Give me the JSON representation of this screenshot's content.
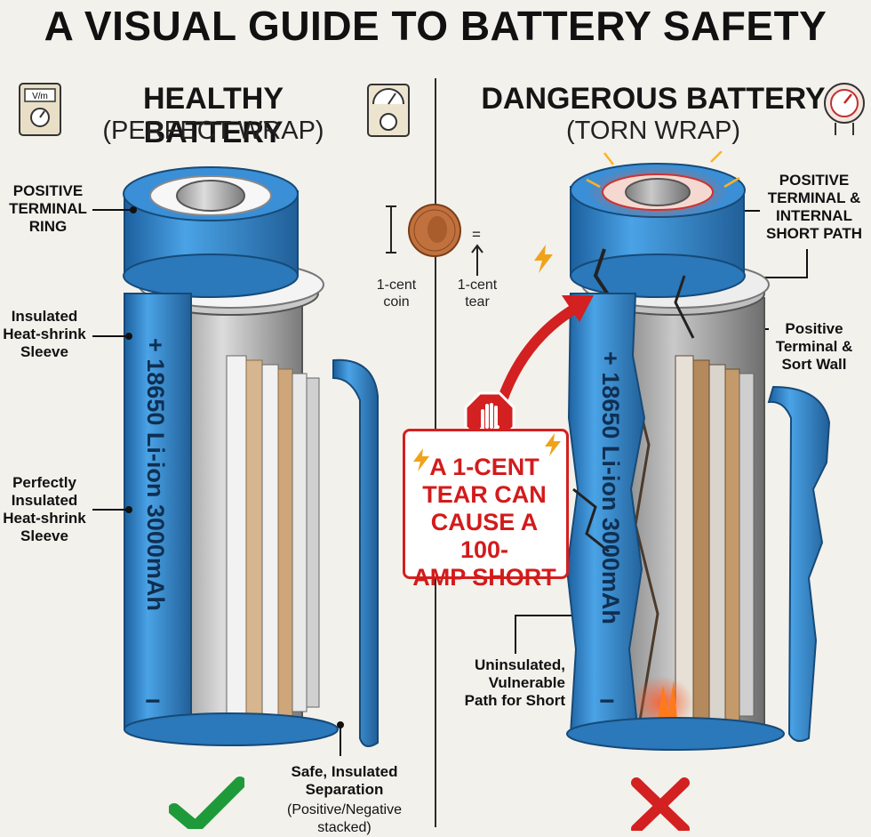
{
  "title": "A VISUAL GUIDE TO BATTERY SAFETY",
  "healthy": {
    "title": "HEALTHY BATTERY",
    "subtitle": "(PERFECT WRAP)",
    "battery_text": "+ 18650 Li-ion 3000mAh",
    "minus": "−",
    "labels": {
      "positive_ring": [
        "POSITIVE",
        "TERMINAL",
        "RING"
      ],
      "insulated_sleeve": [
        "Insulated",
        "Heat-shrink",
        "Sleeve"
      ],
      "perfectly_insulated": [
        "Perfectly",
        "Insulated",
        "Heat-shrink",
        "Sleeve"
      ],
      "safe_separation": [
        "Safe, Insulated",
        "Separation"
      ],
      "safe_separation_note": [
        "(Positive/Negative",
        "stacked)"
      ]
    },
    "meter_text": "V/m"
  },
  "dangerous": {
    "title": "DANGEROUS BATTERY",
    "subtitle": "(TORN WRAP)",
    "battery_text": "+ 18650 Li-ion 3000mAh",
    "minus": "−",
    "labels": {
      "positive_short": [
        "POSITIVE",
        "TERMINAL &",
        "INTERNAL",
        "SHORT PATH"
      ],
      "positive_wall": [
        "Positive",
        "Terminal &",
        "Sort Wall"
      ],
      "uninsulated": [
        "Uninsulated,",
        "Vulnerable",
        "Path for Short"
      ]
    }
  },
  "coin": {
    "coin_label": [
      "1-cent",
      "coin"
    ],
    "tear_label": [
      "1-cent",
      "tear"
    ],
    "equals": "="
  },
  "warning": {
    "lines": [
      "A 1-CENT",
      "TEAR CAN",
      "CAUSE A 100-",
      "AMP SHORT"
    ]
  },
  "colors": {
    "battery_blue": "#2f86cf",
    "danger_red": "#d32020",
    "safe_green": "#1f9a3a"
  }
}
